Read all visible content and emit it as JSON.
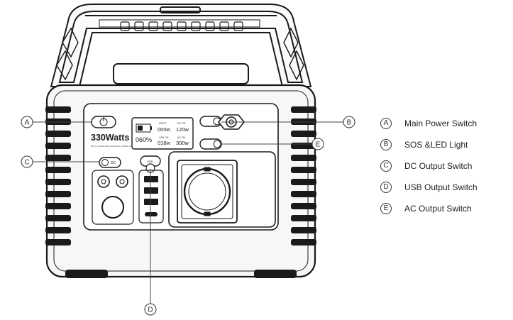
{
  "product": {
    "wattage": "330Watts",
    "subtitle": "MULTI-PURPOSE PORTABLE POWER STATION",
    "dc_button": "DC",
    "usb_button": "USB",
    "display": {
      "battery_pct": "060%",
      "input_label": "INPUT",
      "input_value": "000w",
      "dc_label": "DC ON",
      "dc_value": "120w",
      "usb_label": "USB ON",
      "usb_value": "018w",
      "ac_label": "AC ON",
      "ac_value": "300w"
    }
  },
  "callouts": [
    {
      "letter": "A"
    },
    {
      "letter": "B"
    },
    {
      "letter": "C"
    },
    {
      "letter": "D"
    },
    {
      "letter": "E"
    }
  ],
  "legend": [
    {
      "letter": "A",
      "label": "Main Power Switch"
    },
    {
      "letter": "B",
      "label": "SOS &LED Light"
    },
    {
      "letter": "C",
      "label": "DC Output Switch"
    },
    {
      "letter": "D",
      "label": "USB Output Switch"
    },
    {
      "letter": "E",
      "label": "AC Output Switch"
    }
  ],
  "colors": {
    "outline": "#1a1a1a",
    "body": "#f7f7f7",
    "line": "#444444"
  }
}
